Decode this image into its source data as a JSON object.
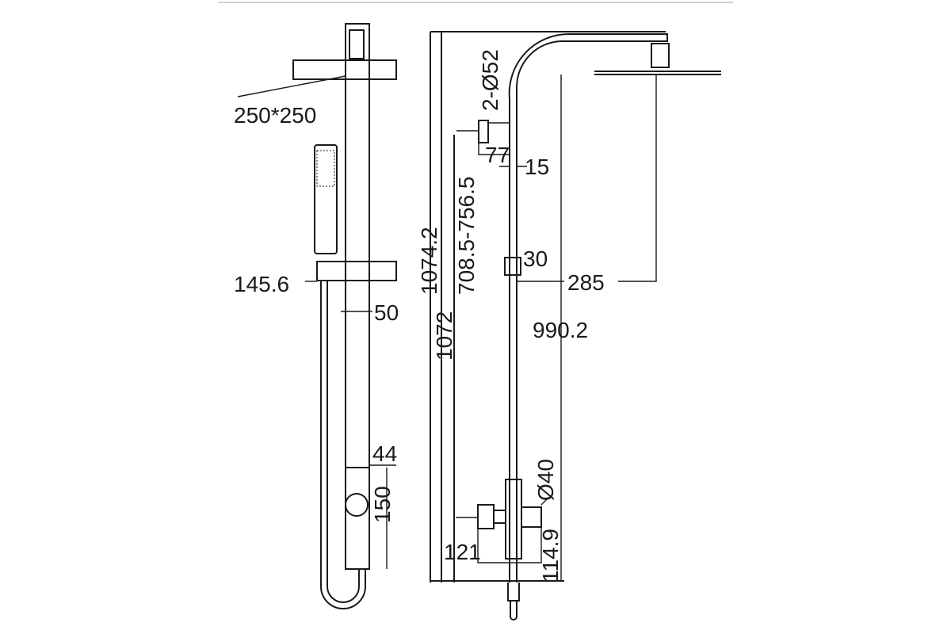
{
  "title": "Shower column dimension drawing",
  "colors": {
    "line": "#1a1a1a",
    "border": "#d0d0d0"
  },
  "front_view": {
    "head_size": "250*250",
    "slider_width": "145.6",
    "column_width": "50",
    "valve_width": "44",
    "valve_height": "150"
  },
  "side_view": {
    "wall_bracket": "2-Ø52",
    "bracket_depth": "77",
    "pipe_diameter": "15",
    "bracket_height_range": "708.5-756.5",
    "total_height": "1074.2",
    "height_to_arm": "1072",
    "slider_size": "30",
    "arm_reach": "285",
    "head_height": "990.2",
    "valve_diameter": "Ø40",
    "valve_height": "121",
    "valve_depth": "114.9"
  }
}
